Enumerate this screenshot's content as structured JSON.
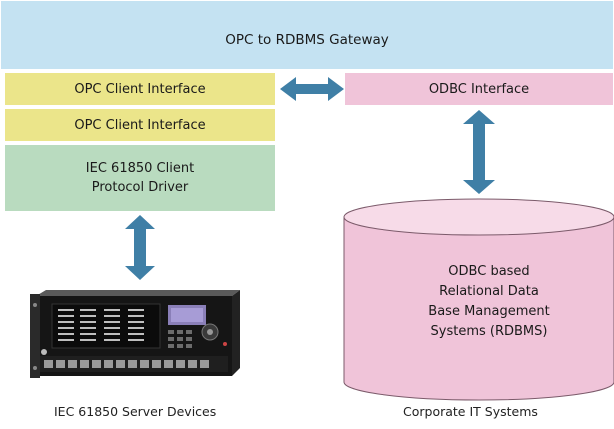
{
  "gateway": {
    "label": "OPC to RDBMS Gateway"
  },
  "opc_client_1": {
    "label": "OPC Client Interface"
  },
  "opc_client_2": {
    "label": "OPC Client Interface"
  },
  "iec_driver": {
    "line1": "IEC 61850 Client",
    "line2": "Protocol Driver"
  },
  "odbc_interface": {
    "label": "ODBC Interface"
  },
  "database": {
    "line1": "ODBC based",
    "line2": "Relational Data",
    "line3": "Base Management",
    "line4": "Systems (RDBMS)"
  },
  "captions": {
    "server_devices": "IEC 61850 Server Devices",
    "it_systems": "Corporate IT Systems"
  },
  "colors": {
    "gateway": "#c4e2f2",
    "opc": "#ebe58a",
    "iec": "#b9dbbf",
    "odbc": "#f0c4d9",
    "database": "#f0c4d9",
    "arrow": "#3f7fa6"
  }
}
